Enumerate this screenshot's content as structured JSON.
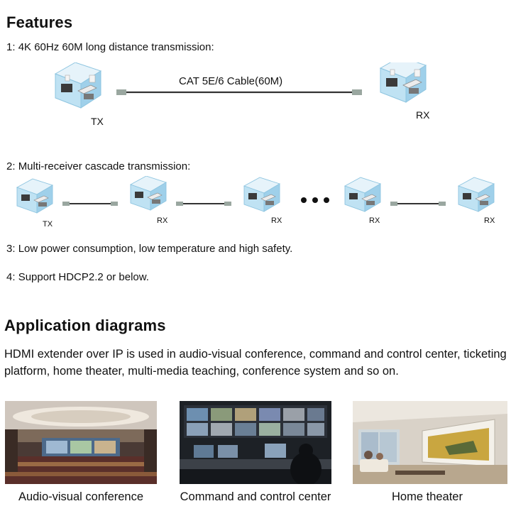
{
  "features": {
    "heading": "Features",
    "items": [
      {
        "num": "1:",
        "text": "4K 60Hz 60M long distance transmission:"
      },
      {
        "num": "2:",
        "text": "Multi-receiver cascade transmission:"
      },
      {
        "num": "3:",
        "text": "Low power consumption, low temperature and high safety."
      },
      {
        "num": "4:",
        "text": "Support HDCP2.2 or below."
      }
    ],
    "diagram1": {
      "cable_label": "CAT 5E/6 Cable(60M)",
      "tx_label": "TX",
      "rx_label": "RX"
    },
    "diagram2": {
      "labels": [
        "TX",
        "RX",
        "RX",
        "RX",
        "RX"
      ]
    }
  },
  "applications": {
    "heading": "Application diagrams",
    "description": "HDMI extender over IP is used in audio-visual conference, command and control center, ticketing platform, home theater, multi-media teaching, conference system and so on.",
    "captions": [
      "Audio-visual conference",
      "Command and control center",
      "Home theater"
    ]
  }
}
